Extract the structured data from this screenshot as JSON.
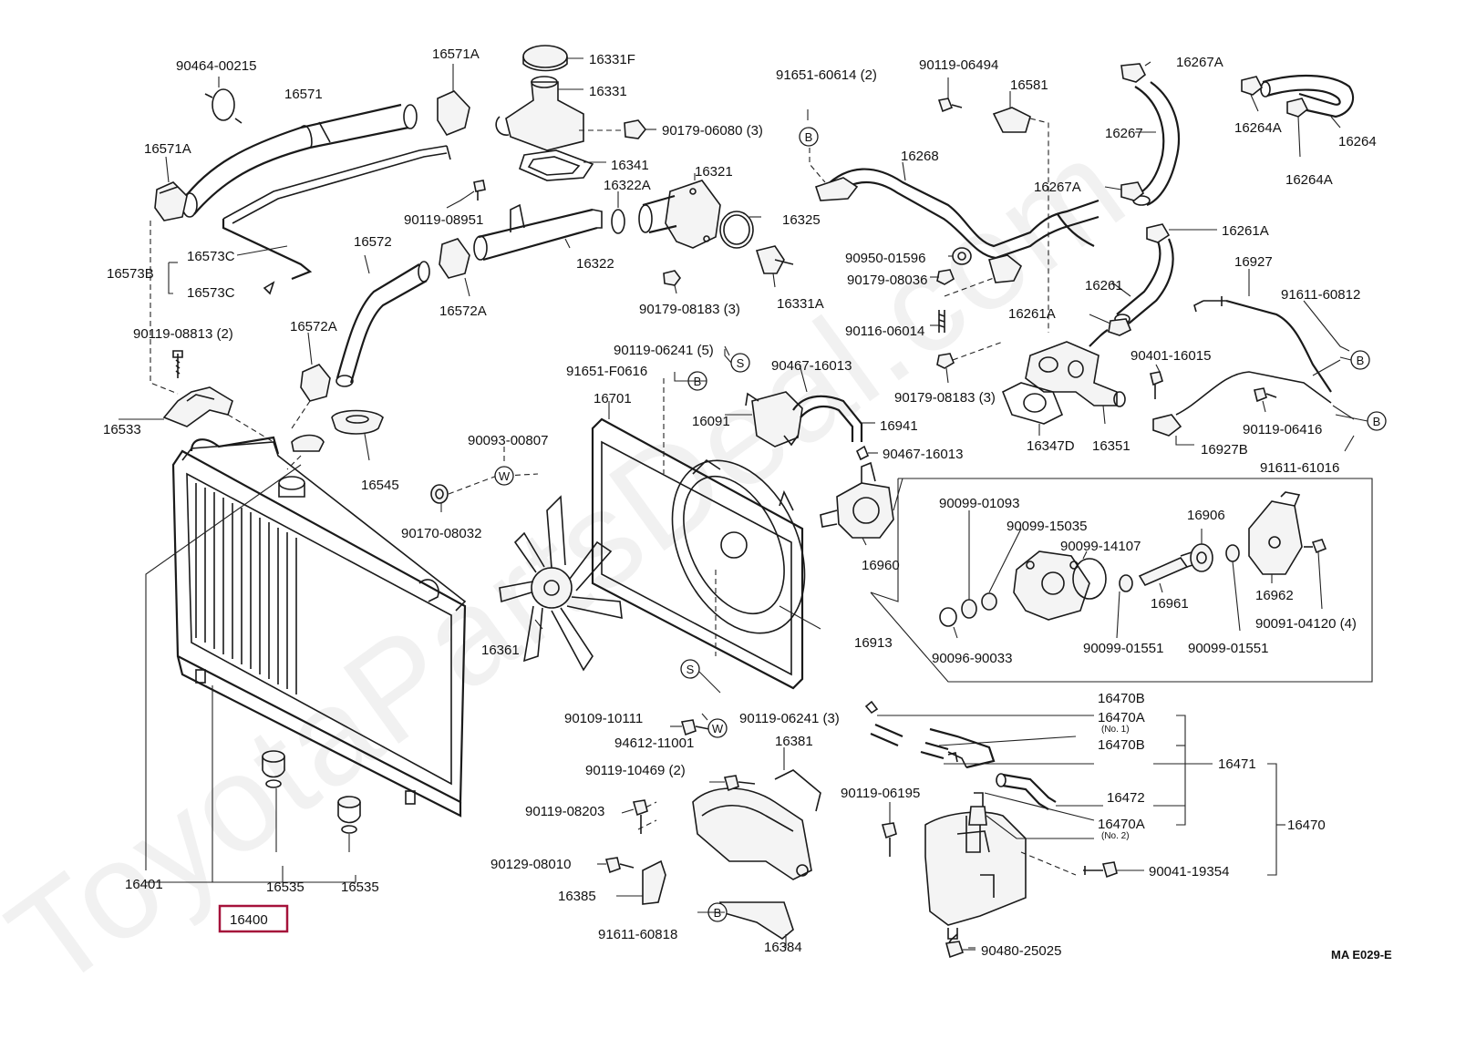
{
  "watermark": "ToyotaPartsDeal.com",
  "diagram_code": "MA E029-E",
  "highlighted_part": "16400",
  "highlight_color": "#a5123a",
  "labels": {
    "p90464_00215": "90464-00215",
    "p16571": "16571",
    "p16571A_top": "16571A",
    "p16571A_left": "16571A",
    "p16573C_a": "16573C",
    "p16573B": "16573B",
    "p16573C_b": "16573C",
    "p90119_08813": "90119-08813 (2)",
    "p16533": "16533",
    "p16572": "16572",
    "p16572A_left": "16572A",
    "p16572A_right": "16572A",
    "p16545": "16545",
    "p16401": "16401",
    "p16400": "16400",
    "p16535_a": "16535",
    "p16535_b": "16535",
    "p16331F": "16331F",
    "p16331": "16331",
    "p90179_06080": "90179-06080 (3)",
    "p16341": "16341",
    "p90119_08951": "90119-08951",
    "p16322A": "16322A",
    "p16322": "16322",
    "p16321": "16321",
    "p16325": "16325",
    "p16331A": "16331A",
    "p90179_08183a": "90179-08183 (3)",
    "p91651_60614": "91651-60614 (2)",
    "p90119_06494": "90119-06494",
    "p16581": "16581",
    "p16268": "16268",
    "p90950_01596": "90950-01596",
    "p90179_08036": "90179-08036",
    "p90116_06014": "90116-06014",
    "p90179_08183b": "90179-08183 (3)",
    "p16267A_top": "16267A",
    "p16267": "16267",
    "p16267A_mid": "16267A",
    "p16264A_a": "16264A",
    "p16264": "16264",
    "p16264A_b": "16264A",
    "p16261A_a": "16261A",
    "p16261": "16261",
    "p16261A_b": "16261A",
    "p16347D": "16347D",
    "p16351": "16351",
    "p16927": "16927",
    "p91611_60812": "91611-60812",
    "p90401_16015": "90401-16015",
    "p90119_06416": "90119-06416",
    "p16927B": "16927B",
    "p91611_61016": "91611-61016",
    "p90119_06241a": "90119-06241 (5)",
    "p91651_F0616": "91651-F0616",
    "p90467_16013a": "90467-16013",
    "p16701": "16701",
    "p16091": "16091",
    "p16941": "16941",
    "p90467_16013b": "90467-16013",
    "p90093_00807": "90093-00807",
    "p90170_08032": "90170-08032",
    "p16960": "16960",
    "p16361": "16361",
    "p16913": "16913",
    "p90099_01093": "90099-01093",
    "p90099_15035": "90099-15035",
    "p90099_14107": "90099-14107",
    "p16906": "16906",
    "p16962": "16962",
    "p16961": "16961",
    "p90096_90033": "90096-90033",
    "p90099_01551a": "90099-01551",
    "p90099_01551b": "90099-01551",
    "p90091_04120": "90091-04120 (4)",
    "p90109_10111": "90109-10111",
    "p90119_06241b": "90119-06241 (3)",
    "p94612_11001": "94612-11001",
    "p16381": "16381",
    "p90119_10469": "90119-10469 (2)",
    "p90119_08203": "90119-08203",
    "p90129_08010": "90129-08010",
    "p16385": "16385",
    "p91611_60818": "91611-60818",
    "p16384": "16384",
    "p16470B_a": "16470B",
    "p16470A_1": "16470A",
    "p16470A_1note": "(No. 1)",
    "p16470B_b": "16470B",
    "p16471": "16471",
    "p16472": "16472",
    "p16470A_2": "16470A",
    "p16470A_2note": "(No. 2)",
    "p16470": "16470",
    "p90119_06195": "90119-06195",
    "p90041_19354": "90041-19354",
    "p90480_25025": "90480-25025"
  },
  "callout_letters": {
    "B": "B",
    "S": "S",
    "W": "W"
  }
}
